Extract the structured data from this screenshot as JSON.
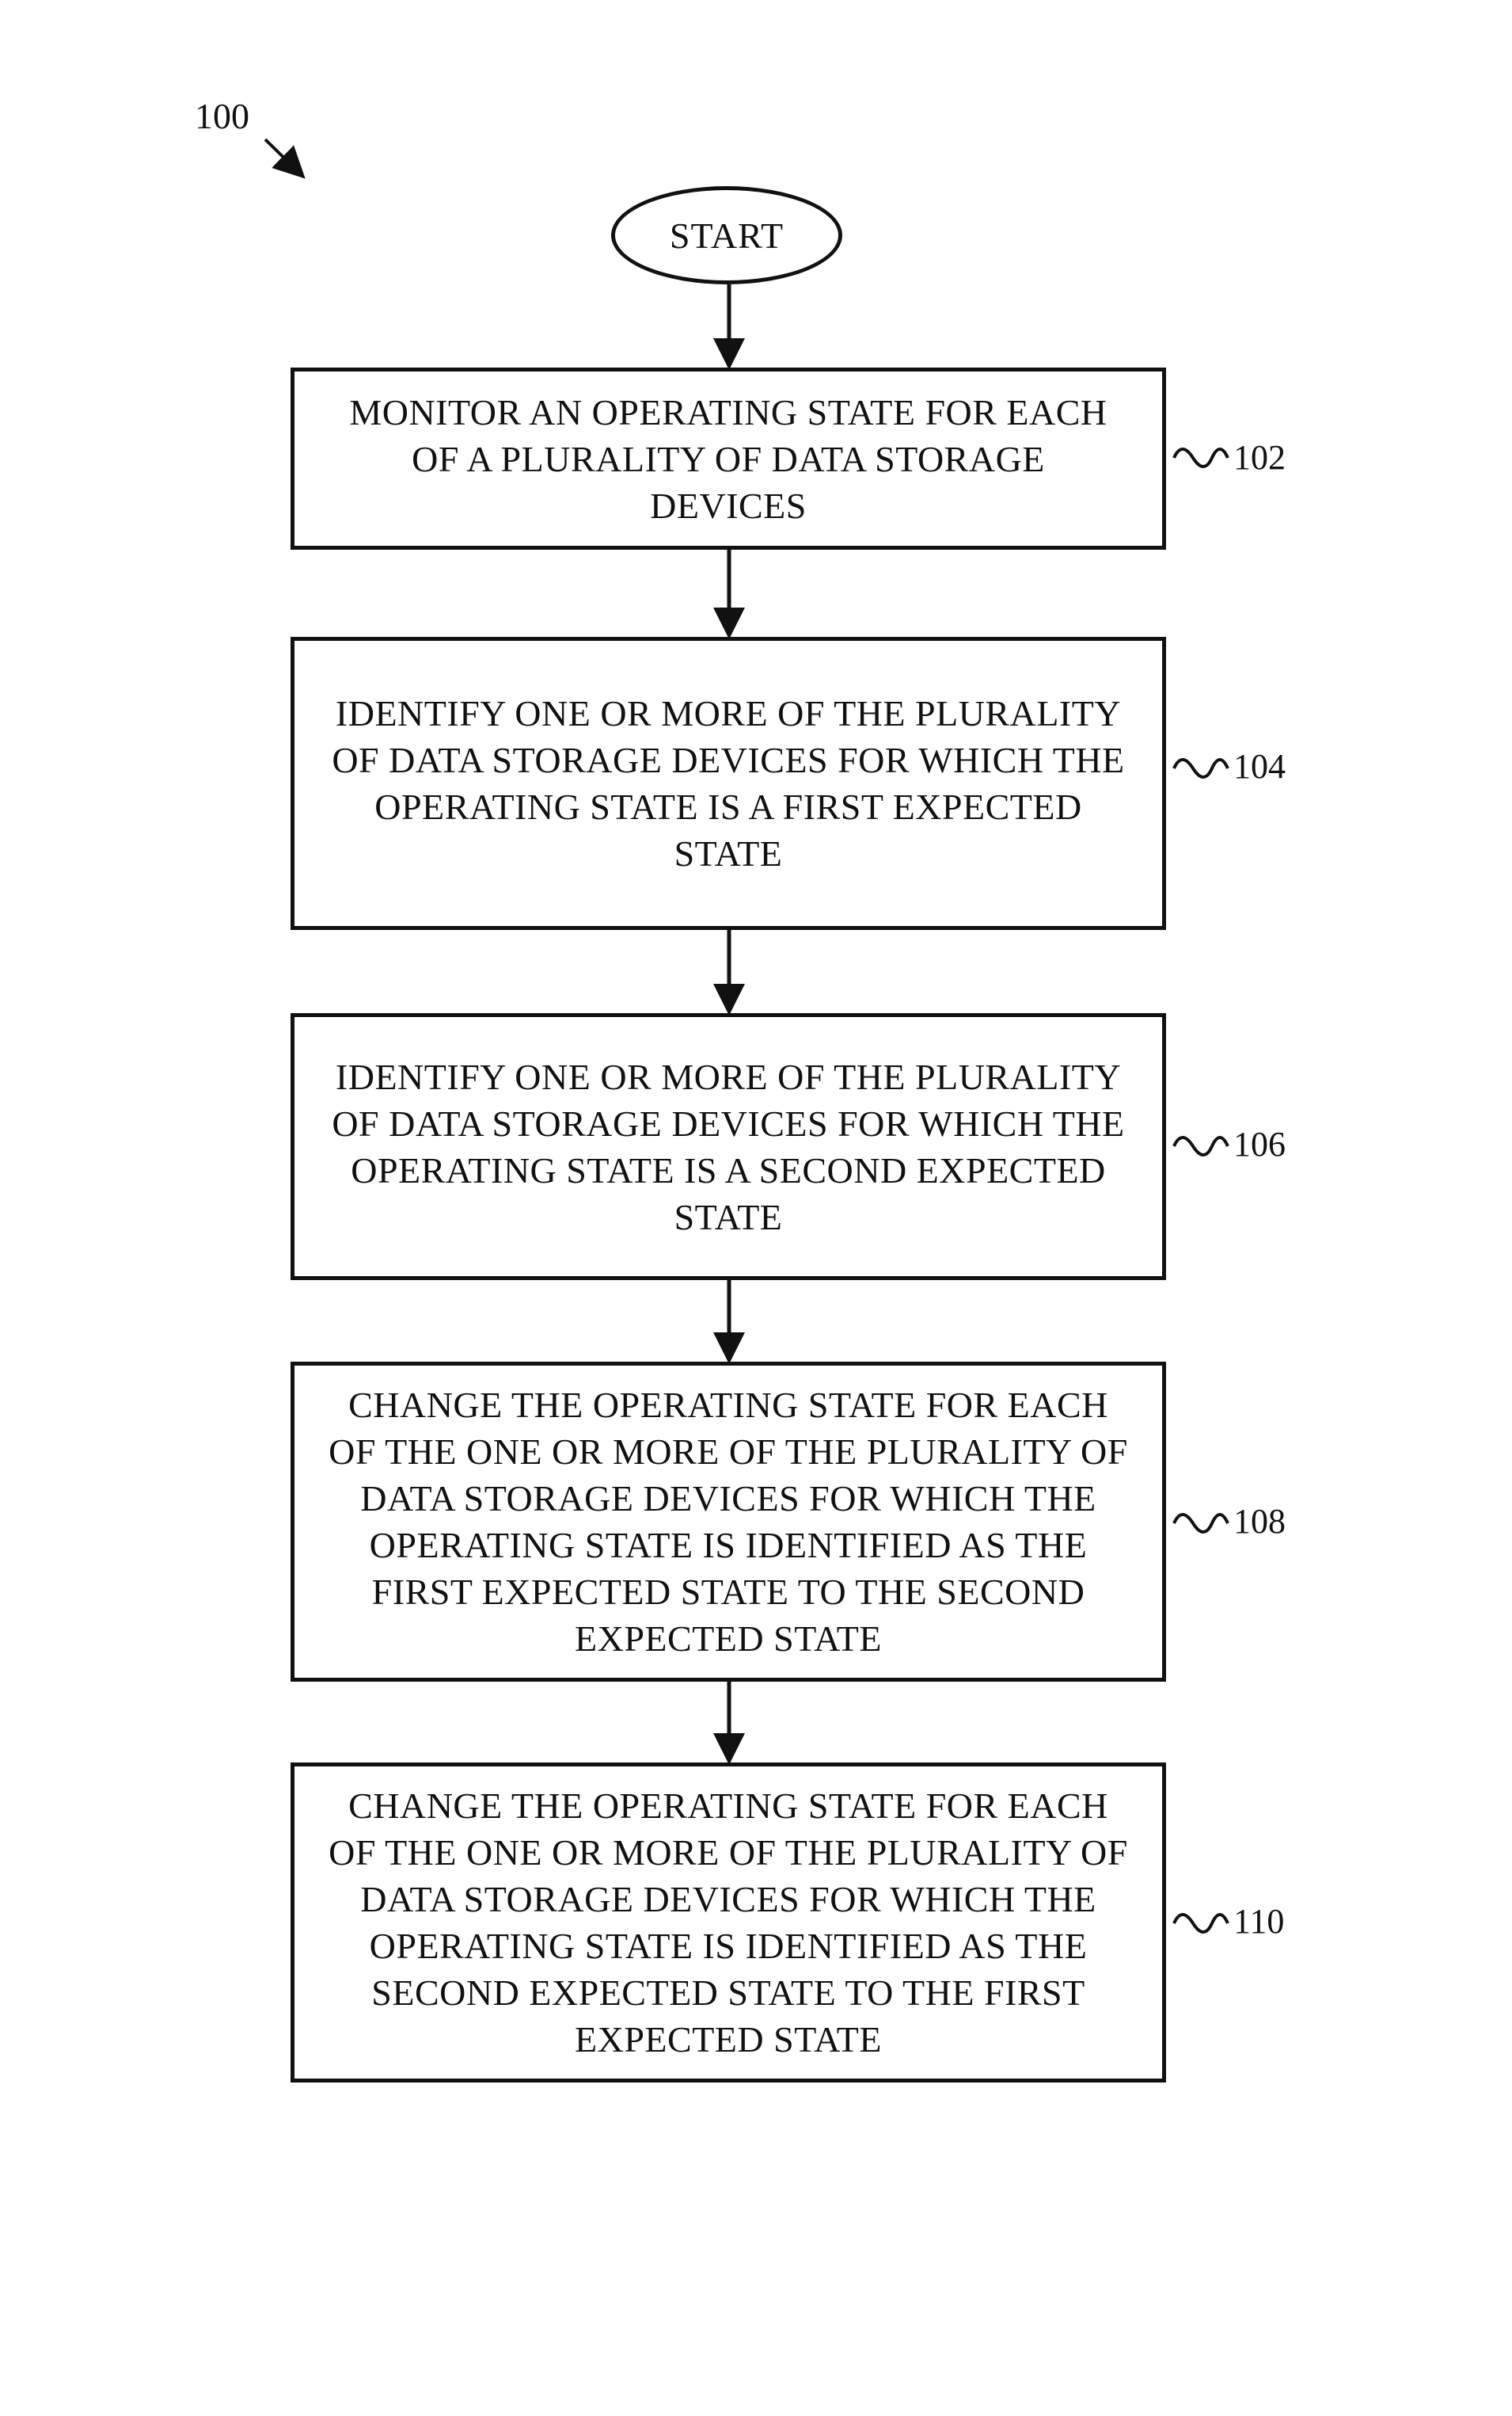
{
  "figure": {
    "reference": "100"
  },
  "start": {
    "label": "START"
  },
  "steps": [
    {
      "ref": "102",
      "text": "MONITOR AN OPERATING STATE FOR EACH\nOF A PLURALITY OF DATA STORAGE\nDEVICES"
    },
    {
      "ref": "104",
      "text": "IDENTIFY ONE OR MORE OF THE PLURALITY\nOF DATA STORAGE DEVICES FOR WHICH THE\nOPERATING STATE IS A FIRST EXPECTED\nSTATE"
    },
    {
      "ref": "106",
      "text": "IDENTIFY ONE OR MORE OF THE PLURALITY\nOF DATA STORAGE DEVICES FOR WHICH THE\nOPERATING STATE IS A SECOND EXPECTED\nSTATE"
    },
    {
      "ref": "108",
      "text": "CHANGE THE OPERATING STATE FOR EACH\nOF THE ONE OR MORE OF THE PLURALITY OF\nDATA STORAGE DEVICES FOR WHICH THE\nOPERATING STATE IS IDENTIFIED AS THE\nFIRST EXPECTED STATE TO THE SECOND\nEXPECTED STATE"
    },
    {
      "ref": "110",
      "text": "CHANGE THE OPERATING STATE FOR EACH\nOF THE ONE OR MORE OF THE PLURALITY OF\nDATA STORAGE DEVICES FOR WHICH THE\nOPERATING STATE IS IDENTIFIED AS THE\nSECOND EXPECTED STATE TO THE FIRST\nEXPECTED STATE"
    }
  ]
}
